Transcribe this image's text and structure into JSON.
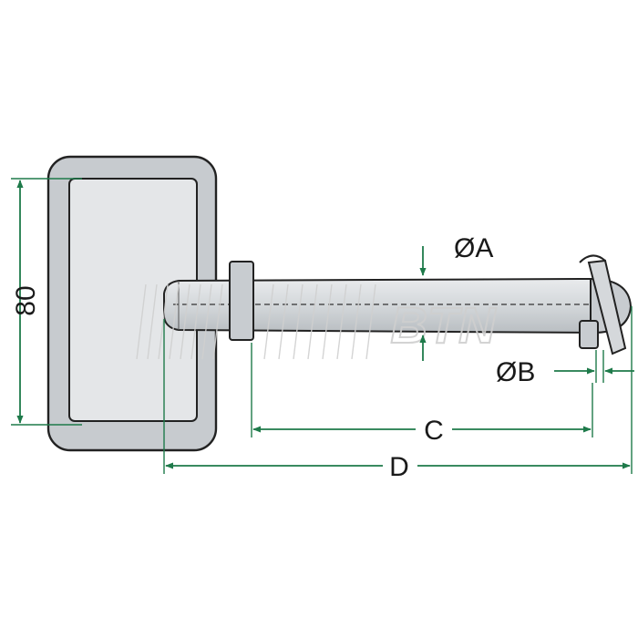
{
  "diagram": {
    "colors": {
      "outline": "#222222",
      "fill_light": "#d9dcdf",
      "fill_mid": "#c5c9cd",
      "dimension": "#1e7a4a",
      "watermark": "#d8d8d8"
    },
    "labels": {
      "height": "80",
      "diameter_a": "ØA",
      "diameter_b": "ØB",
      "length_c": "C",
      "length_d": "D"
    },
    "watermark": {
      "text": "BTN"
    }
  }
}
